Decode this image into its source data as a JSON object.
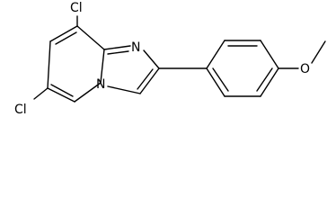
{
  "structure": {
    "atom_labels": {
      "cl_top": "Cl",
      "cl_bottom": "Cl",
      "n_imidazole": "N",
      "n_bridgehead": "N",
      "o_methoxy": "O"
    },
    "line_color": "#000000",
    "background": "#ffffff"
  }
}
